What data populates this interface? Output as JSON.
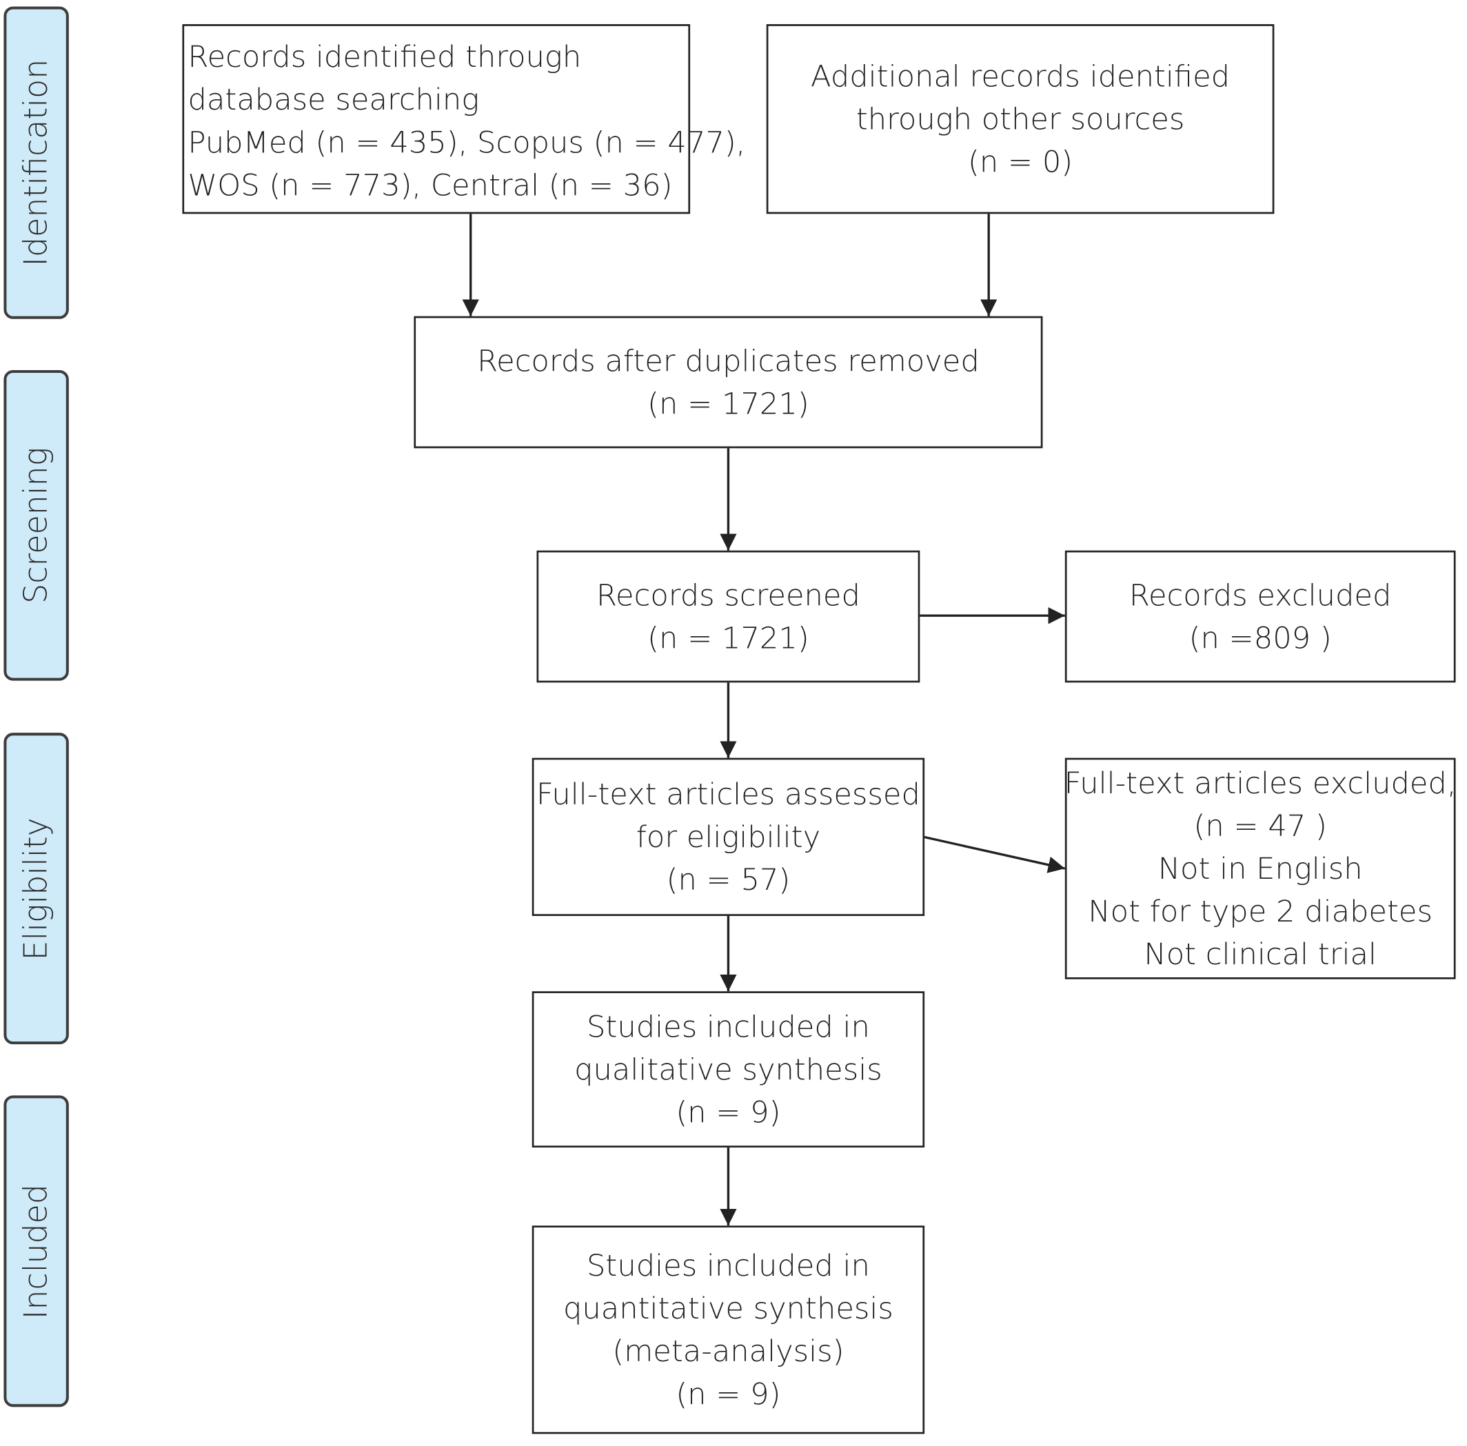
{
  "phases": {
    "identification": "Identification",
    "screening": "Screening",
    "eligibility": "Eligibility",
    "included": "Included"
  },
  "boxes": {
    "database": {
      "line1": "Records identified through",
      "line2": "database searching",
      "line3": "PubMed (n = 435), Scopus (n = 477),",
      "line4": "WOS  (n = 773), Central (n = 36)"
    },
    "other_sources": {
      "line1": "Additional records identified",
      "line2": "through other sources",
      "line3": "(n = 0)"
    },
    "duplicates_removed": {
      "line1": "Records after duplicates removed",
      "line2": "(n = 1721)"
    },
    "screened": {
      "line1": "Records screened",
      "line2": "(n = 1721)"
    },
    "excluded": {
      "line1": "Records excluded",
      "line2": "(n =809 )"
    },
    "fulltext_assessed": {
      "line1": "Full-text articles assessed",
      "line2": "for eligibility",
      "line3": "(n = 57)"
    },
    "fulltext_excluded": {
      "line1": "Full-text articles excluded,",
      "line2": "(n = 47 )",
      "line3": "Not in English",
      "line4": "Not for type 2 diabetes",
      "line5": "Not clinical trial"
    },
    "qualitative": {
      "line1": "Studies included in",
      "line2": "qualitative synthesis",
      "line3": "(n = 9)"
    },
    "quantitative": {
      "line1": "Studies included in",
      "line2": "quantitative synthesis",
      "line3": "(meta-analysis)",
      "line4": "(n = 9)"
    }
  },
  "colors": {
    "phase_fill": "#cfeaf8",
    "phase_border": "#3d3d3d",
    "box_border": "#222222",
    "arrow": "#222222"
  }
}
